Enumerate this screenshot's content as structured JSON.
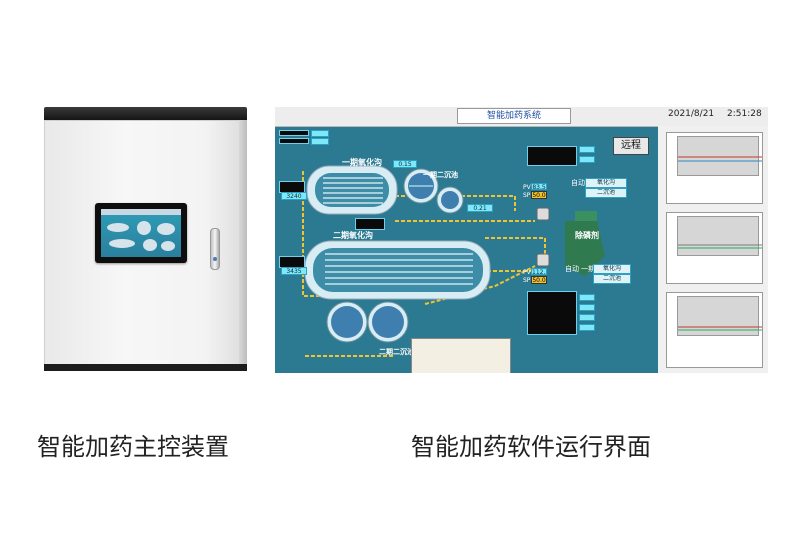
{
  "left_caption": "智能加药主控装置",
  "right_caption": "智能加药软件运行界面",
  "software": {
    "title": "智能加药系统",
    "date": "2021/8/21",
    "time": "2:51:28",
    "remote_label": "远程",
    "process_labels": {
      "first_oxidation_ditch": "一期氧化沟",
      "first_secondary_clarifier": "一期二沉池",
      "second_oxidation_ditch": "二期氧化沟",
      "second_secondary_clarifier": "二期二沉池",
      "phosphorus_agent": "除磷剂",
      "auto_1": "自动",
      "auto_2": "自动",
      "phase1": "一期",
      "phase2": "一期",
      "ox_ditch_1": "氧化沟",
      "ox_ditch_2": "氧化沟",
      "clarifier_1": "二沉池",
      "clarifier_2": "二沉池",
      "pv": "PV",
      "sp": "SP"
    },
    "readings": {
      "pv_1": "83.5",
      "sp_1": "50.0",
      "pv_2": "112.3",
      "sp_2": "50.0",
      "flow_1": "3240",
      "flow_2": "3435",
      "tp_1": "0.15",
      "tp_2": "0.21"
    },
    "colors": {
      "screen_bg": "#2c7a92",
      "value_cyan": "#7fe8f7",
      "setpoint_yellow": "#f1c232",
      "pipe_yellow": "#f1c232",
      "tank_green": "#2f7a4e"
    }
  }
}
